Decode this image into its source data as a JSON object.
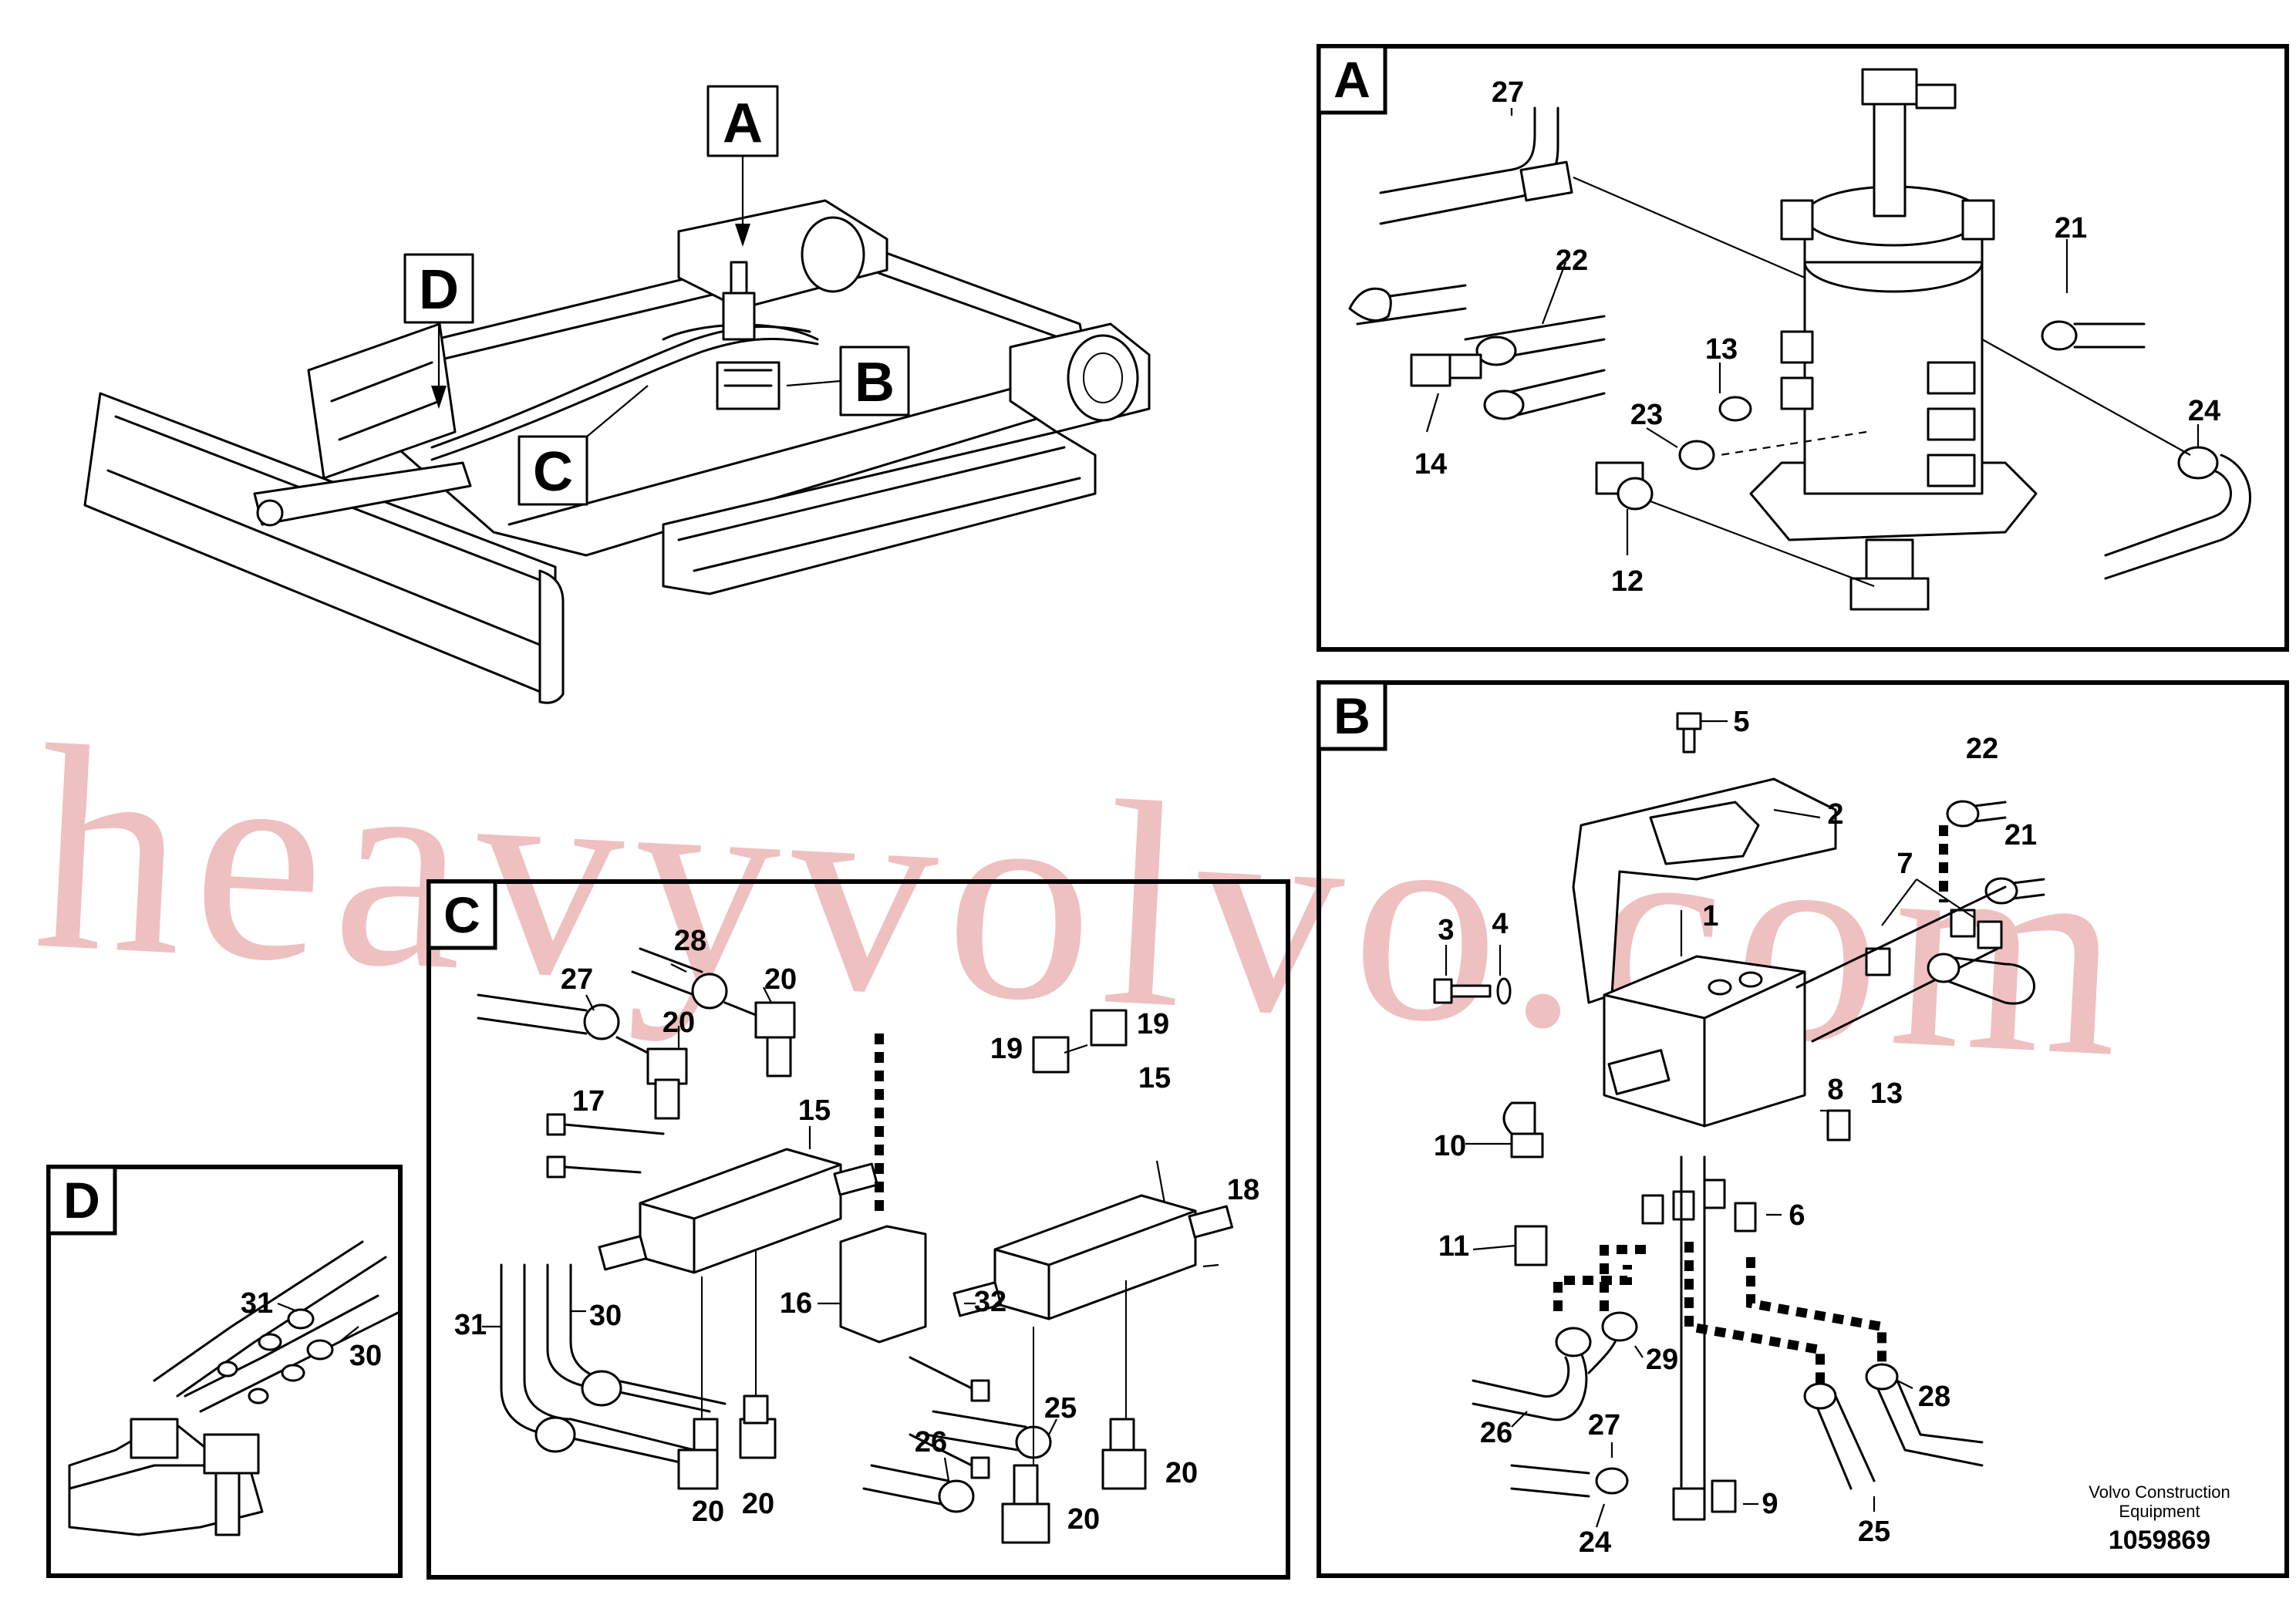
{
  "overview": {
    "labels": [
      {
        "id": "A",
        "text": "A"
      },
      {
        "id": "B",
        "text": "B"
      },
      {
        "id": "C",
        "text": "C"
      },
      {
        "id": "D",
        "text": "D"
      }
    ]
  },
  "panels": {
    "A": {
      "letter": "A",
      "callouts": {
        "c27": "27",
        "c22": "22",
        "c21": "21",
        "c13": "13",
        "c23": "23",
        "c14": "14",
        "c24": "24",
        "c12": "12"
      }
    },
    "B": {
      "letter": "B",
      "callouts": {
        "c5": "5",
        "c2": "2",
        "c22": "22",
        "c21": "21",
        "c7": "7",
        "c1": "1",
        "c3": "3",
        "c4": "4",
        "c8": "8",
        "c13": "13",
        "c10": "10",
        "c6": "6",
        "c11": "11",
        "c29": "29",
        "c28": "28",
        "c26": "26",
        "c27": "27",
        "c9": "9",
        "c24": "24",
        "c25": "25"
      }
    },
    "C": {
      "letter": "C",
      "callouts": {
        "c28": "28",
        "c27": "27",
        "c20a": "20",
        "c20b": "20",
        "c19a": "19",
        "c19b": "19",
        "c17": "17",
        "c15a": "15",
        "c15b": "15",
        "c18": "18",
        "c16": "16",
        "c32": "32",
        "c31": "31",
        "c30": "30",
        "c25": "25",
        "c26": "26",
        "c20c": "20",
        "c20d": "20",
        "c20e": "20",
        "c20f": "20"
      }
    },
    "D": {
      "letter": "D",
      "callouts": {
        "c31": "31",
        "c30": "30"
      }
    }
  },
  "watermark": "heavyvolvo.com",
  "brand": {
    "line1": "Volvo Construction",
    "line2": "Equipment"
  },
  "document_number": "1059869"
}
